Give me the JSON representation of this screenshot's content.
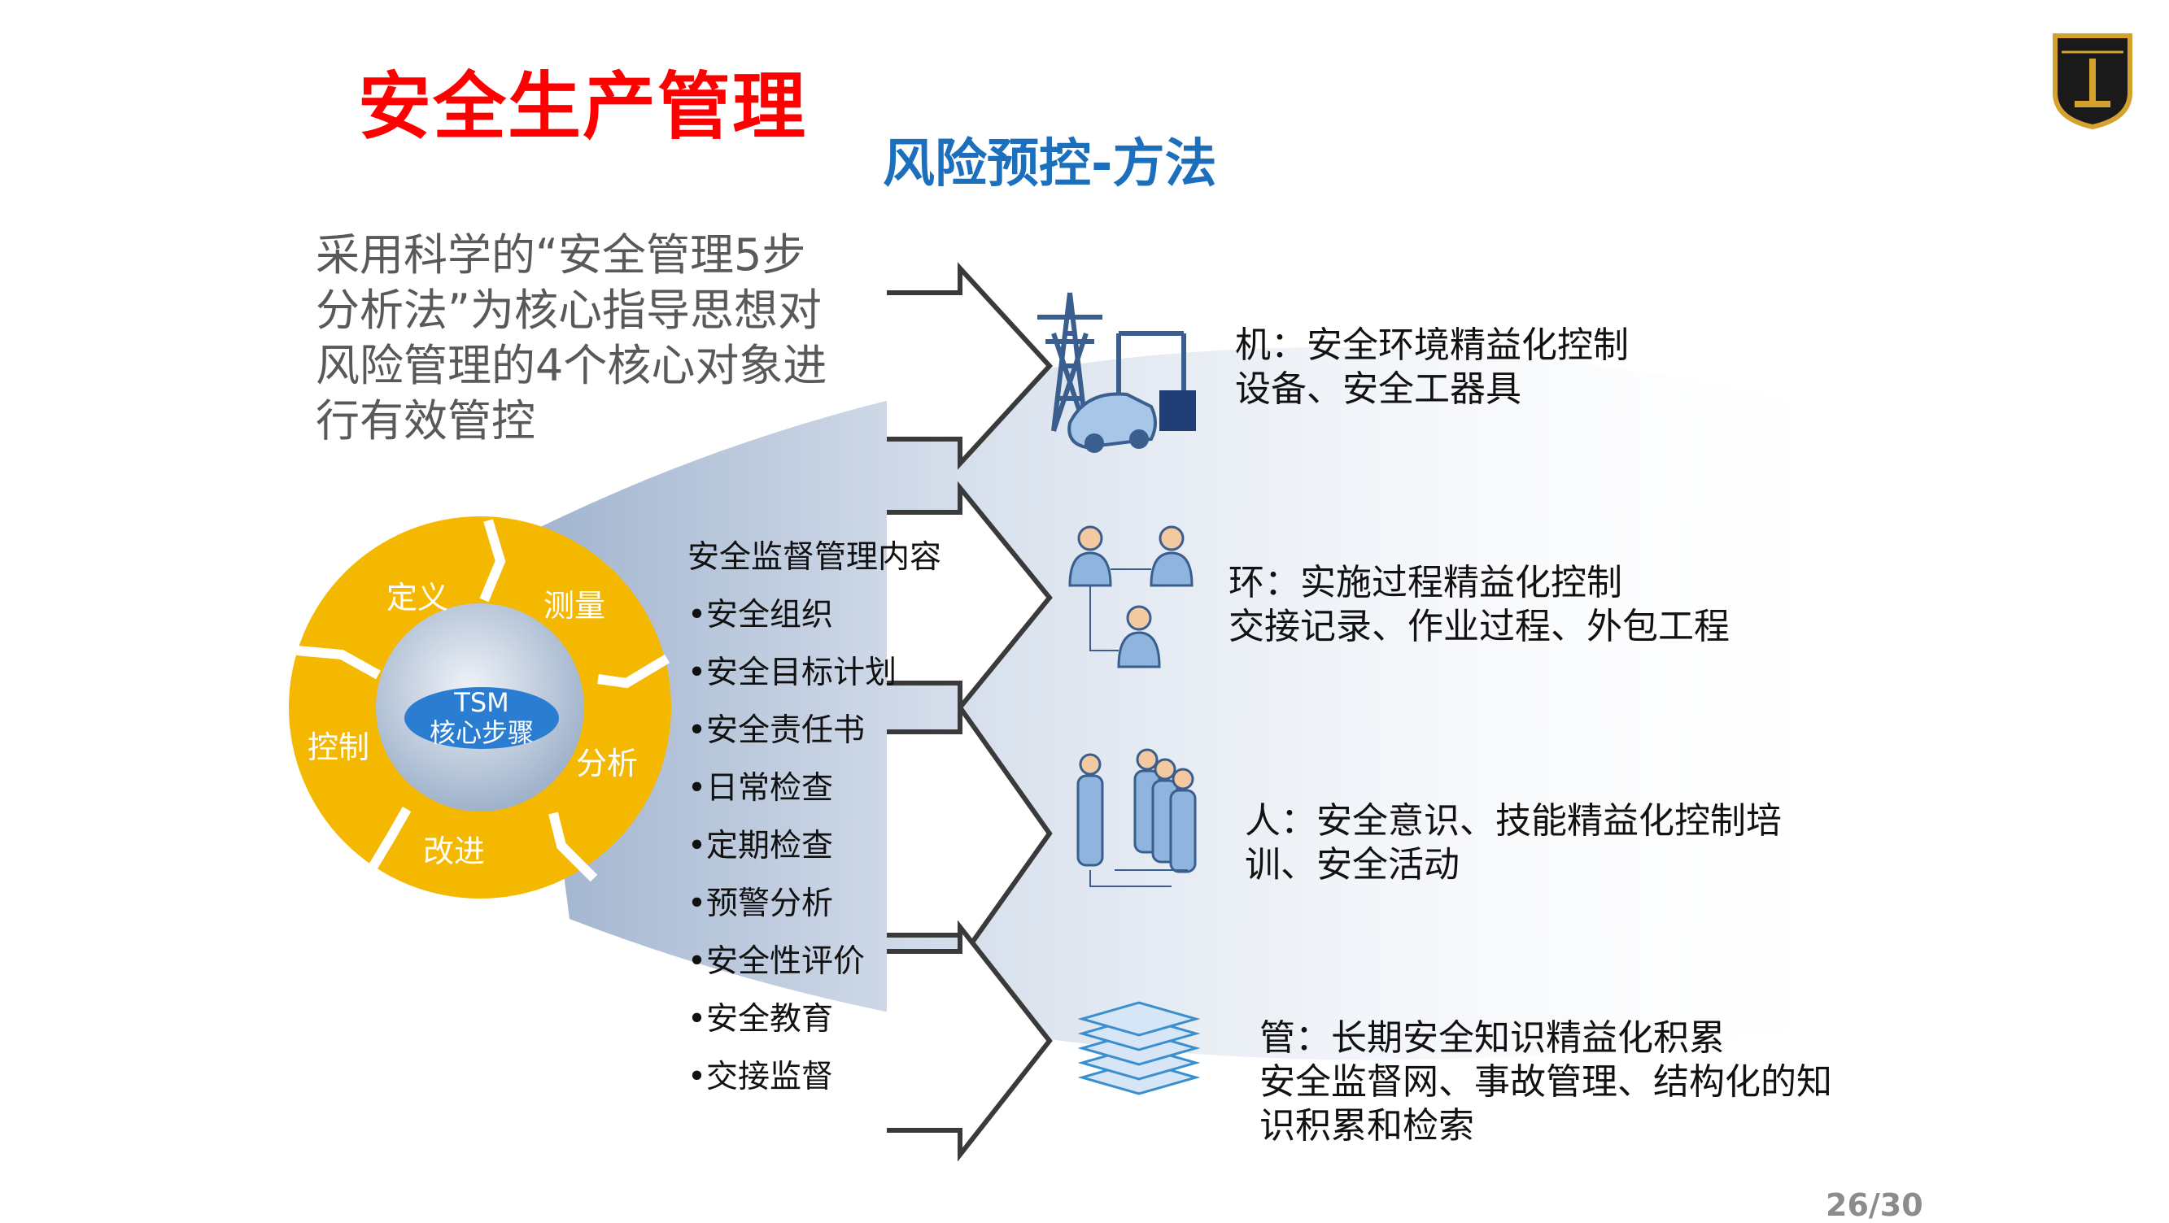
{
  "slide": {
    "title": "安全生产管理",
    "subtitle": "风险预控-方法",
    "intro_lines": [
      "采用科学的“安全管理5步",
      "分析法”为核心指导思想对",
      "风险管理的4个核心对象进",
      "行有效管控"
    ],
    "cycle": {
      "center_line1": "TSM",
      "center_line2": "核心步骤",
      "steps": [
        "定义",
        "测量",
        "分析",
        "改进",
        "控制"
      ],
      "colors": {
        "segment": "#f5b800",
        "center": "#b8c8dc",
        "badge": "#2a7dd1"
      }
    },
    "list": {
      "heading": "安全监督管理内容",
      "items": [
        "•安全组织",
        "•安全目标计划",
        "•安全责任书",
        "•日常检查",
        "•定期检查",
        "•预警分析",
        "•安全性评价",
        "•安全教育",
        "•交接监督"
      ]
    },
    "categories": [
      {
        "line1": "机：安全环境精益化控制",
        "line2": "设备、安全工器具",
        "icon": "power-tower-icon"
      },
      {
        "line1": "环：实施过程精益化控制",
        "line2": "交接记录、作业过程、外包工程",
        "icon": "org-chart-icon"
      },
      {
        "line1": "人：安全意识、技能精益化控制培",
        "line2": "训、安全活动",
        "icon": "people-group-icon"
      },
      {
        "line1": "管：长期安全知识精益化积累",
        "line2": "安全监督网、事故管理、结构化的知",
        "line3": "识积累和检索",
        "icon": "documents-stack-icon"
      }
    ],
    "page_number": "26/30",
    "colors": {
      "title": "#ff0000",
      "subtitle": "#1b6fbd",
      "accent_blue": "#4a90d9"
    }
  }
}
